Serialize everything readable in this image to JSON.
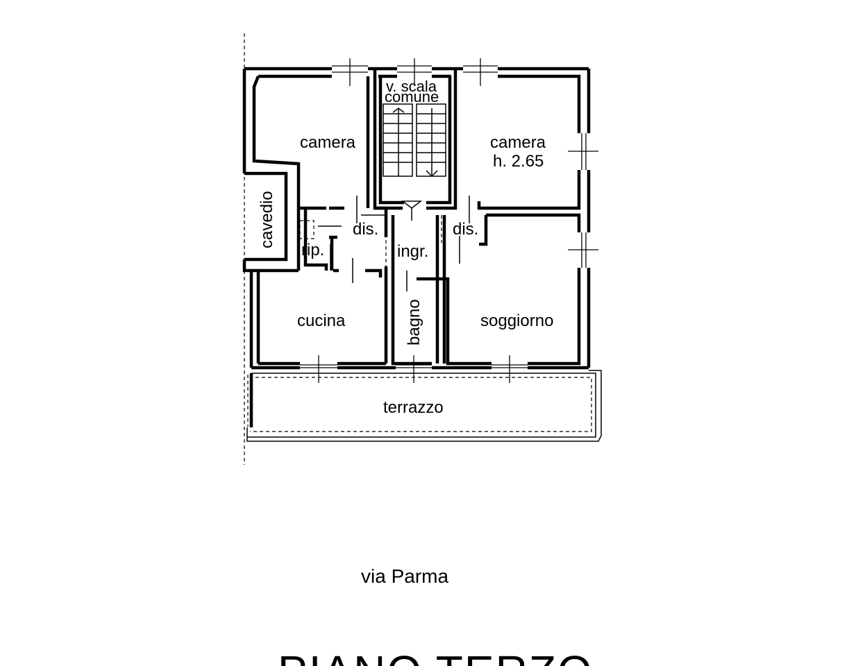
{
  "labels": {
    "camera_left": "camera",
    "stair_line1": "v. scala",
    "stair_line2": "comune",
    "camera_right": "camera",
    "height": "h. 2.65",
    "cavedio": "cavedio",
    "dis_left": "dis.",
    "rip": "rip.",
    "ingr": "ingr.",
    "dis_right": "dis.",
    "cucina": "cucina",
    "bagno": "bagno",
    "soggiorno": "soggiorno",
    "terrazzo": "terrazzo"
  },
  "street": "via Parma",
  "floor_title": "PIANO TERZO"
}
